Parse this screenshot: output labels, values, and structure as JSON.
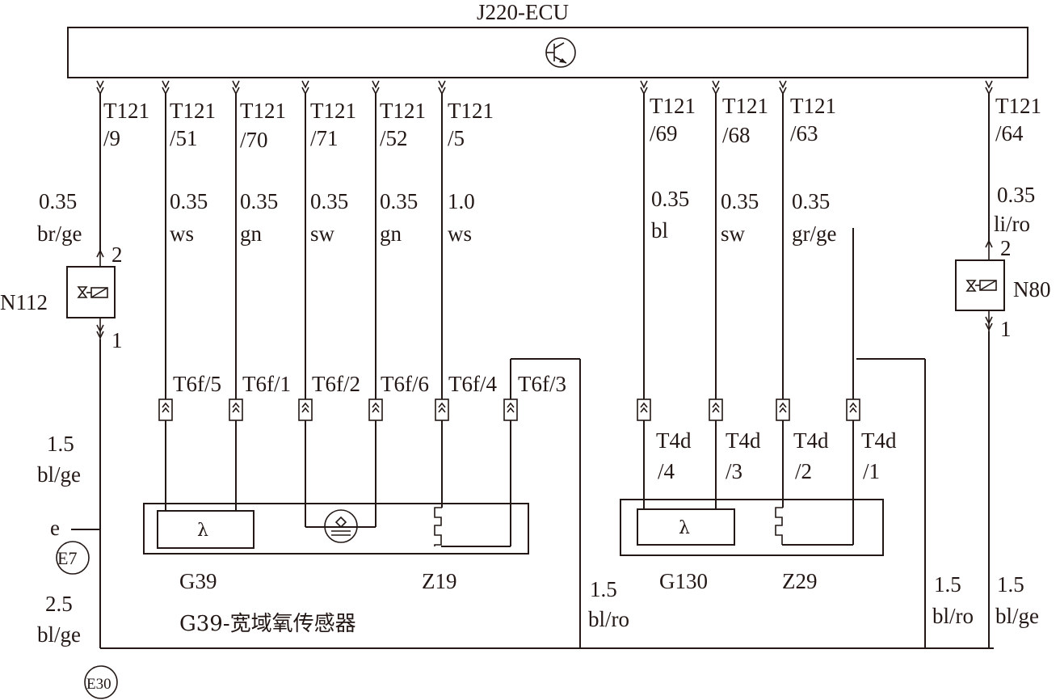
{
  "ecu": {
    "title": "J220-ECU"
  },
  "ecu_pins": [
    {
      "id": "p9",
      "line1": "T121",
      "line2": "/9"
    },
    {
      "id": "p51",
      "line1": "T121",
      "line2": "/51"
    },
    {
      "id": "p70",
      "line1": "T121",
      "line2": "/70"
    },
    {
      "id": "p71",
      "line1": "T121",
      "line2": "/71"
    },
    {
      "id": "p52",
      "line1": "T121",
      "line2": "/52"
    },
    {
      "id": "p5",
      "line1": "T121",
      "line2": "/5"
    },
    {
      "id": "p69",
      "line1": "T121",
      "line2": "/69"
    },
    {
      "id": "p68",
      "line1": "T121",
      "line2": "/68"
    },
    {
      "id": "p63",
      "line1": "T121",
      "line2": "/63"
    },
    {
      "id": "p64",
      "line1": "T121",
      "line2": "/64"
    }
  ],
  "wire_specs": [
    {
      "id": "w9",
      "size": "0.35",
      "color": "br/ge"
    },
    {
      "id": "w51",
      "size": "0.35",
      "color": "ws"
    },
    {
      "id": "w70",
      "size": "0.35",
      "color": "gn"
    },
    {
      "id": "w71",
      "size": "0.35",
      "color": "sw"
    },
    {
      "id": "w52",
      "size": "0.35",
      "color": "gn"
    },
    {
      "id": "w5",
      "size": "1.0",
      "color": "ws"
    },
    {
      "id": "w69",
      "size": "0.35",
      "color": "bl"
    },
    {
      "id": "w68",
      "size": "0.35",
      "color": "sw"
    },
    {
      "id": "w63",
      "size": "0.35",
      "color": "gr/ge"
    },
    {
      "id": "w64",
      "size": "0.35",
      "color": "li/ro"
    }
  ],
  "valves": {
    "n112": {
      "name": "N112",
      "pin_top": "2",
      "pin_bottom": "1"
    },
    "n80": {
      "name": "N80",
      "pin_top": "2",
      "pin_bottom": "1"
    }
  },
  "connectors_t6f": [
    "T6f/5",
    "T6f/1",
    "T6f/2",
    "T6f/6",
    "T6f/4",
    "T6f/3"
  ],
  "connectors_t4d": [
    {
      "line1": "T4d",
      "line2": "/4"
    },
    {
      "line1": "T4d",
      "line2": "/3"
    },
    {
      "line1": "T4d",
      "line2": "/2"
    },
    {
      "line1": "T4d",
      "line2": "/1"
    }
  ],
  "lower_wires": {
    "left_upper": {
      "size": "1.5",
      "color": "bl/ge"
    },
    "left_lower": {
      "size": "2.5",
      "color": "bl/ge"
    },
    "mid": {
      "size": "1.5",
      "color": "bl/ro"
    },
    "right_a": {
      "size": "1.5",
      "color": "bl/ro"
    },
    "right_b": {
      "size": "1.5",
      "color": "bl/ge"
    }
  },
  "grounds": {
    "e_label": "e",
    "e7": "E7",
    "e30": "E30"
  },
  "components": {
    "g39": "G39",
    "z19": "Z19",
    "g130": "G130",
    "z29": "Z29",
    "lambda_symbol": "λ",
    "caption": "G39-宽域氧传感器"
  },
  "colors": {
    "ink": "#231815",
    "background": "#ffffff"
  }
}
